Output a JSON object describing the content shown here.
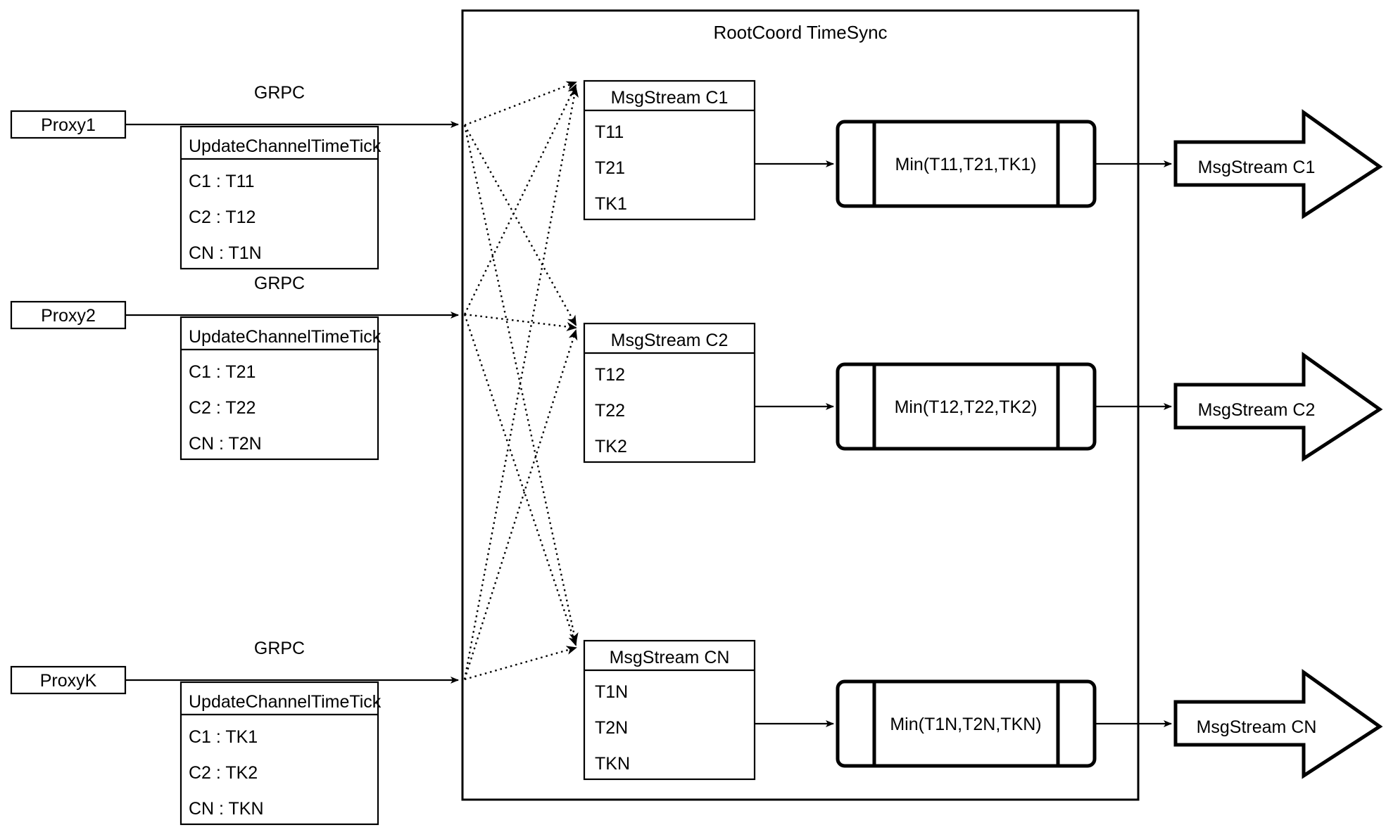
{
  "container": {
    "title": "RootCoord TimeSync"
  },
  "rows": [
    {
      "proxy_label": "Proxy1",
      "grpc_label": "GRPC",
      "request": {
        "header": "UpdateChannelTimeTick",
        "entries": [
          "C1 :  T11",
          "C2 :  T12",
          "CN : T1N"
        ]
      },
      "msgstream": {
        "header": "MsgStream C1",
        "entries": [
          "T11",
          "T21",
          "TK1"
        ]
      },
      "min_label": "Min(T11,T21,TK1)",
      "output_label": "MsgStream C1"
    },
    {
      "proxy_label": "Proxy2",
      "grpc_label": "GRPC",
      "request": {
        "header": "UpdateChannelTimeTick",
        "entries": [
          "C1 :  T21",
          "C2 :  T22",
          "CN : T2N"
        ]
      },
      "msgstream": {
        "header": "MsgStream C2",
        "entries": [
          "T12",
          "T22",
          "TK2"
        ]
      },
      "min_label": "Min(T12,T22,TK2)",
      "output_label": "MsgStream C2"
    },
    {
      "proxy_label": "ProxyK",
      "grpc_label": "GRPC",
      "request": {
        "header": "UpdateChannelTimeTick",
        "entries": [
          "C1 :  TK1",
          "C2 :  TK2",
          "CN : TKN"
        ]
      },
      "msgstream": {
        "header": "MsgStream CN",
        "entries": [
          "T1N",
          "T2N",
          "TKN"
        ]
      },
      "min_label": "Min(T1N,T2N,TKN)",
      "output_label": "MsgStream CN"
    }
  ],
  "colors": {
    "stroke": "#000000",
    "background": "#ffffff"
  }
}
